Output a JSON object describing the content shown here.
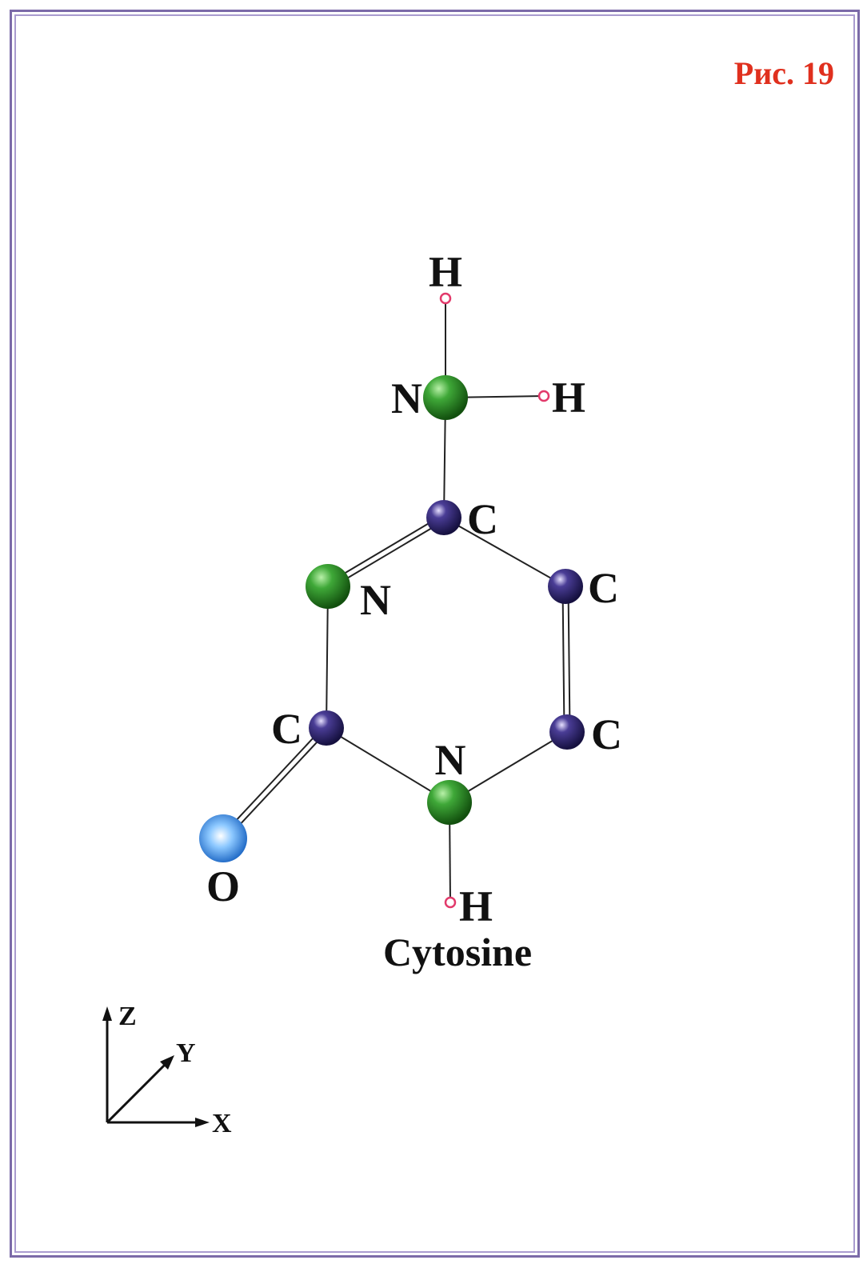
{
  "figure": {
    "label": "Рис. 19",
    "caption": "Cytosine"
  },
  "atoms": [
    {
      "id": "h_top",
      "element": "H",
      "label": "H"
    },
    {
      "id": "n_amino",
      "element": "N",
      "label": "N"
    },
    {
      "id": "h_amino_right",
      "element": "H",
      "label": "H"
    },
    {
      "id": "c4",
      "element": "C",
      "label": "C"
    },
    {
      "id": "n3",
      "element": "N",
      "label": "N"
    },
    {
      "id": "c5",
      "element": "C",
      "label": "C"
    },
    {
      "id": "c2",
      "element": "C",
      "label": "C"
    },
    {
      "id": "c6",
      "element": "C",
      "label": "C"
    },
    {
      "id": "n1",
      "element": "N",
      "label": "N"
    },
    {
      "id": "o2",
      "element": "O",
      "label": "O"
    },
    {
      "id": "h_n1",
      "element": "H",
      "label": "H"
    }
  ],
  "bonds": [
    {
      "from": "h_top",
      "to": "n_amino",
      "order": 1
    },
    {
      "from": "n_amino",
      "to": "h_amino_right",
      "order": 1
    },
    {
      "from": "n_amino",
      "to": "c4",
      "order": 1
    },
    {
      "from": "c4",
      "to": "n3",
      "order": 2
    },
    {
      "from": "c4",
      "to": "c5",
      "order": 1
    },
    {
      "from": "c5",
      "to": "c6",
      "order": 2
    },
    {
      "from": "n3",
      "to": "c2",
      "order": 1
    },
    {
      "from": "c2",
      "to": "n1",
      "order": 1
    },
    {
      "from": "c6",
      "to": "n1",
      "order": 1
    },
    {
      "from": "c2",
      "to": "o2",
      "order": 2
    },
    {
      "from": "n1",
      "to": "h_n1",
      "order": 1
    }
  ],
  "element_colors": {
    "H": "#e23a6b",
    "N": "#2f8a2a",
    "C": "#3b2f7d",
    "O": "#3a8fe8"
  },
  "axes": {
    "z_label": "Z",
    "y_label": "Y",
    "x_label": "X"
  }
}
